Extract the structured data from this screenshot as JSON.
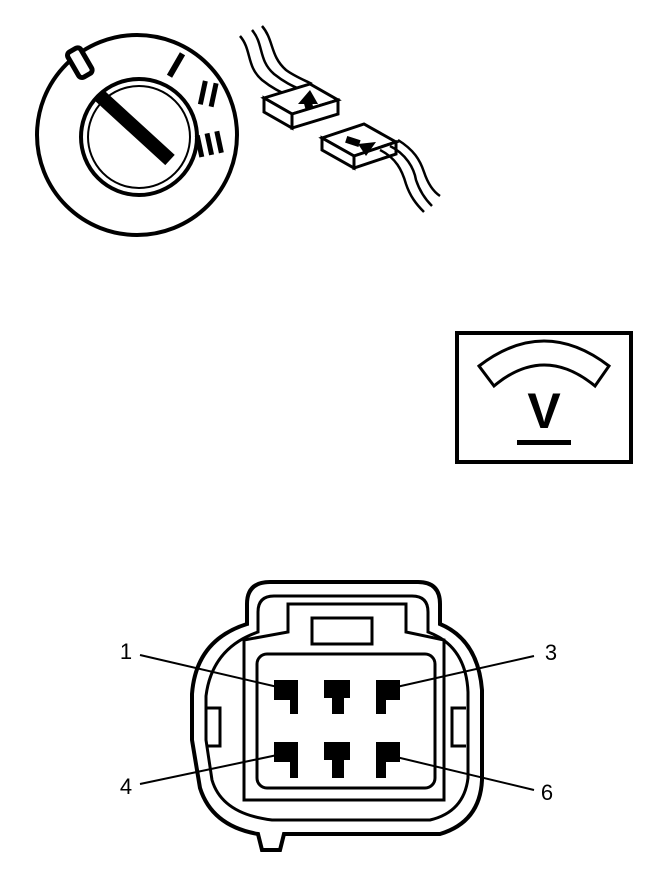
{
  "ignition_switch": {
    "positions": [
      "0",
      "I",
      "II",
      "III"
    ]
  },
  "voltmeter": {
    "symbol": "V"
  },
  "connector": {
    "pin_labels": [
      {
        "number": "1",
        "pin": "top-left"
      },
      {
        "number": "3",
        "pin": "top-right"
      },
      {
        "number": "4",
        "pin": "bottom-left"
      },
      {
        "number": "6",
        "pin": "bottom-right"
      }
    ]
  },
  "colors": {
    "ink": "#000000",
    "background": "#ffffff"
  }
}
